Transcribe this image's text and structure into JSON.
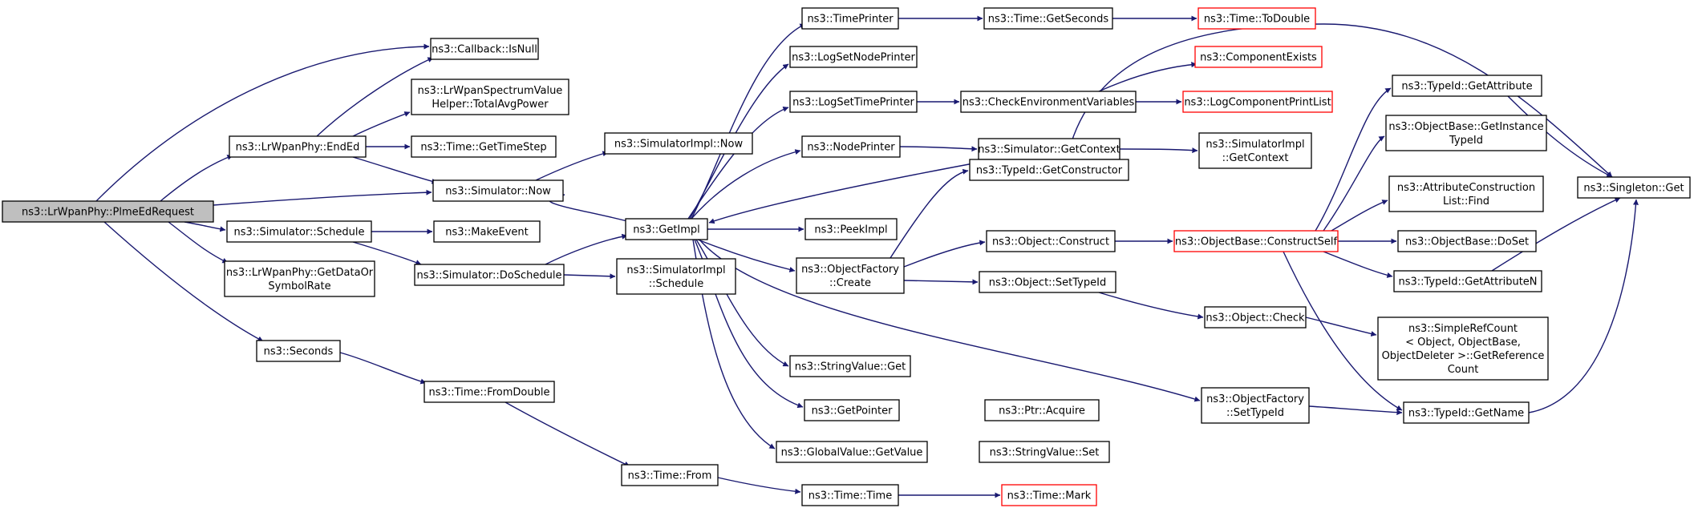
{
  "colors": {
    "edge": "#191970",
    "node_border": "#000000",
    "node_border_incomplete": "#ff0000",
    "node_fill": "#ffffff",
    "root_fill": "#bfbfbf"
  },
  "nodes": [
    {
      "id": "root",
      "lines": [
        "ns3::LrWpanPhy::PlmeEdRequest"
      ],
      "root": true
    },
    {
      "id": "cb_isnull",
      "lines": [
        "ns3::Callback::IsNull"
      ]
    },
    {
      "id": "spec_total",
      "lines": [
        "ns3::LrWpanSpectrumValue",
        "Helper::TotalAvgPower"
      ]
    },
    {
      "id": "endEd",
      "lines": [
        "ns3::LrWpanPhy::EndEd"
      ]
    },
    {
      "id": "time_step",
      "lines": [
        "ns3::Time::GetTimeStep"
      ]
    },
    {
      "id": "sim_now",
      "lines": [
        "ns3::Simulator::Now"
      ]
    },
    {
      "id": "simimpl_now",
      "lines": [
        "ns3::SimulatorImpl::Now"
      ]
    },
    {
      "id": "sim_schedule",
      "lines": [
        "ns3::Simulator::Schedule"
      ]
    },
    {
      "id": "make_event",
      "lines": [
        "ns3::MakeEvent"
      ]
    },
    {
      "id": "get_data_rate",
      "lines": [
        "ns3::LrWpanPhy::GetDataOr",
        "SymbolRate"
      ]
    },
    {
      "id": "sim_doschedule",
      "lines": [
        "ns3::Simulator::DoSchedule"
      ]
    },
    {
      "id": "simimpl_schedule",
      "lines": [
        "ns3::SimulatorImpl",
        "::Schedule"
      ]
    },
    {
      "id": "seconds",
      "lines": [
        "ns3::Seconds"
      ]
    },
    {
      "id": "time_fromdouble",
      "lines": [
        "ns3::Time::FromDouble"
      ]
    },
    {
      "id": "time_from",
      "lines": [
        "ns3::Time::From"
      ]
    },
    {
      "id": "time_time",
      "lines": [
        "ns3::Time::Time"
      ]
    },
    {
      "id": "time_mark",
      "lines": [
        "ns3::Time::Mark"
      ],
      "incomplete": true
    },
    {
      "id": "get_impl",
      "lines": [
        "ns3::GetImpl"
      ]
    },
    {
      "id": "time_printer",
      "lines": [
        "ns3::TimePrinter"
      ]
    },
    {
      "id": "time_getseconds",
      "lines": [
        "ns3::Time::GetSeconds"
      ]
    },
    {
      "id": "time_todouble",
      "lines": [
        "ns3::Time::ToDouble"
      ],
      "incomplete": true
    },
    {
      "id": "log_node_printer",
      "lines": [
        "ns3::LogSetNodePrinter"
      ]
    },
    {
      "id": "log_time_printer",
      "lines": [
        "ns3::LogSetTimePrinter"
      ]
    },
    {
      "id": "check_env",
      "lines": [
        "ns3::CheckEnvironmentVariables"
      ]
    },
    {
      "id": "comp_exists",
      "lines": [
        "ns3::ComponentExists"
      ],
      "incomplete": true
    },
    {
      "id": "log_comp_list",
      "lines": [
        "ns3::LogComponentPrintList"
      ],
      "incomplete": true
    },
    {
      "id": "node_printer",
      "lines": [
        "ns3::NodePrinter"
      ]
    },
    {
      "id": "sim_getcontext",
      "lines": [
        "ns3::Simulator::GetContext"
      ]
    },
    {
      "id": "simimpl_getcontext",
      "lines": [
        "ns3::SimulatorImpl",
        "::GetContext"
      ]
    },
    {
      "id": "peek_impl",
      "lines": [
        "ns3::PeekImpl"
      ]
    },
    {
      "id": "objfactory_create",
      "lines": [
        "ns3::ObjectFactory",
        "::Create"
      ]
    },
    {
      "id": "typeid_getctor",
      "lines": [
        "ns3::TypeId::GetConstructor"
      ]
    },
    {
      "id": "object_construct",
      "lines": [
        "ns3::Object::Construct"
      ]
    },
    {
      "id": "objbase_constructself",
      "lines": [
        "ns3::ObjectBase::ConstructSelf"
      ],
      "incomplete": true
    },
    {
      "id": "object_settypeid",
      "lines": [
        "ns3::Object::SetTypeId"
      ]
    },
    {
      "id": "object_check",
      "lines": [
        "ns3::Object::Check"
      ]
    },
    {
      "id": "stringvalue_get",
      "lines": [
        "ns3::StringValue::Get"
      ]
    },
    {
      "id": "get_pointer",
      "lines": [
        "ns3::GetPointer"
      ]
    },
    {
      "id": "ptr_acquire",
      "lines": [
        "ns3::Ptr::Acquire"
      ]
    },
    {
      "id": "globalvalue_getvalue",
      "lines": [
        "ns3::GlobalValue::GetValue"
      ]
    },
    {
      "id": "stringvalue_set",
      "lines": [
        "ns3::StringValue::Set"
      ]
    },
    {
      "id": "objfactory_settypeid",
      "lines": [
        "ns3::ObjectFactory",
        "::SetTypeId"
      ]
    },
    {
      "id": "typeid_getattribute",
      "lines": [
        "ns3::TypeId::GetAttribute"
      ]
    },
    {
      "id": "objbase_getinstance",
      "lines": [
        "ns3::ObjectBase::GetInstance",
        "TypeId"
      ]
    },
    {
      "id": "attr_construction_find",
      "lines": [
        "ns3::AttributeConstruction",
        "List::Find"
      ]
    },
    {
      "id": "objbase_doset",
      "lines": [
        "ns3::ObjectBase::DoSet"
      ]
    },
    {
      "id": "typeid_getattributen",
      "lines": [
        "ns3::TypeId::GetAttributeN"
      ]
    },
    {
      "id": "simplerefcount",
      "lines": [
        "ns3::SimpleRefCount",
        "< Object, ObjectBase,",
        "ObjectDeleter >::GetReference",
        "Count"
      ]
    },
    {
      "id": "typeid_getname",
      "lines": [
        "ns3::TypeId::GetName"
      ]
    },
    {
      "id": "singleton_get",
      "lines": [
        "ns3::Singleton::Get"
      ]
    }
  ]
}
